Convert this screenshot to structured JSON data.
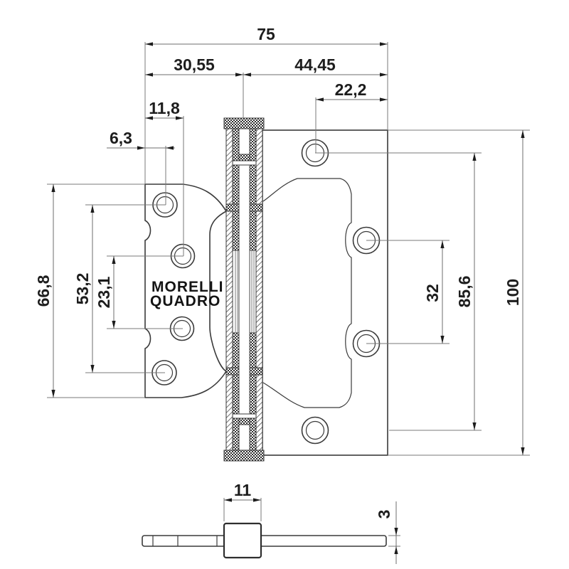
{
  "drawing": {
    "brand": {
      "line1": "MORELLI",
      "line2": "QUADRO"
    },
    "views": {
      "front": "front-view",
      "profile": "bottom-profile-view"
    }
  },
  "dimensions": {
    "total_width": "75",
    "hinge_left_width": "30,55",
    "hinge_right_width": "44,45",
    "right_hole_inset": "22,2",
    "left_hole_col2": "11,8",
    "left_hole_col1": "6,3",
    "left_leaf_height": "66,8",
    "left_outer_holes_spacing": "53,2",
    "left_inner_holes_spacing": "23,1",
    "right_inner_holes_spacing": "32",
    "right_outer_holes_spacing": "85,6",
    "right_leaf_height": "100",
    "knuckle_width": "11",
    "leaf_thickness": "3"
  },
  "colors": {
    "background": "#ffffff",
    "outline": "#3a3a3a",
    "dimension_lines": "#6e6e6e",
    "text": "#1d1d1d"
  }
}
